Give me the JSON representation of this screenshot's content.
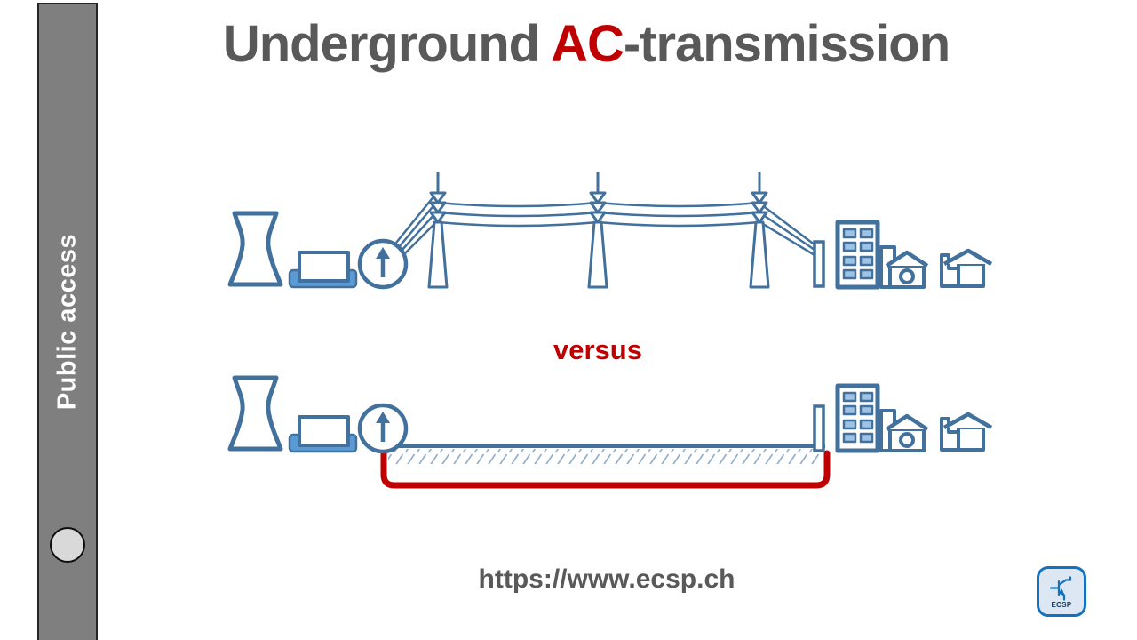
{
  "slide": {
    "sidebar": {
      "label": "Public access"
    },
    "title": {
      "pre": "Underground ",
      "highlight": "AC",
      "post": "-transmission"
    },
    "versus_label": "versus",
    "url": "https://www.ecsp.ch",
    "logo": {
      "label": "ECSP"
    },
    "colors": {
      "diagram_blue": "#41719C",
      "fill_blue": "#5B9BD5",
      "window_blue": "#9DC3E6",
      "hatch_blue": "#8FAECC",
      "accent_red": "#C00000",
      "text_gray": "#595959",
      "sidebar_gray": "#7F7F7F",
      "logo_blue": "#1272BF"
    }
  }
}
